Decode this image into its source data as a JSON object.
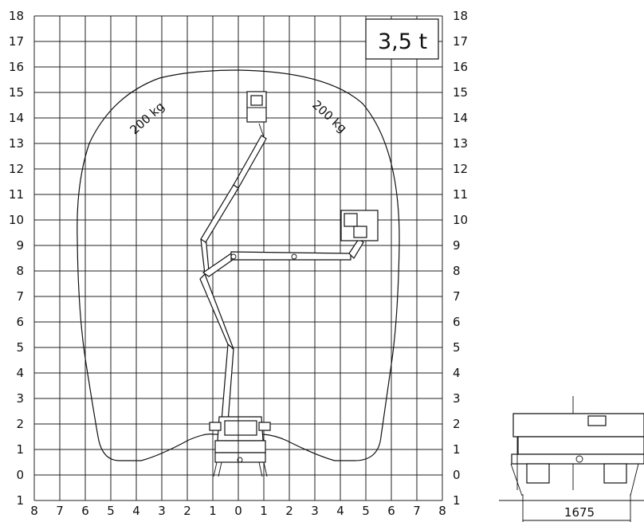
{
  "capacity_badge": "3,5 t",
  "envelope_labels": {
    "left": "200 kg",
    "right": "200 kg"
  },
  "dimension_label": "1675",
  "chart_data": {
    "type": "diagram",
    "y_ticks": [
      "18",
      "17",
      "16",
      "15",
      "14",
      "13",
      "12",
      "11",
      "10",
      "9",
      "8",
      "7",
      "6",
      "5",
      "4",
      "3",
      "2",
      "1",
      "0",
      "1"
    ],
    "x_ticks": [
      "8",
      "7",
      "6",
      "5",
      "4",
      "3",
      "2",
      "1",
      "0",
      "1",
      "2",
      "3",
      "4",
      "5",
      "6",
      "7",
      "8"
    ],
    "grid": true
  }
}
